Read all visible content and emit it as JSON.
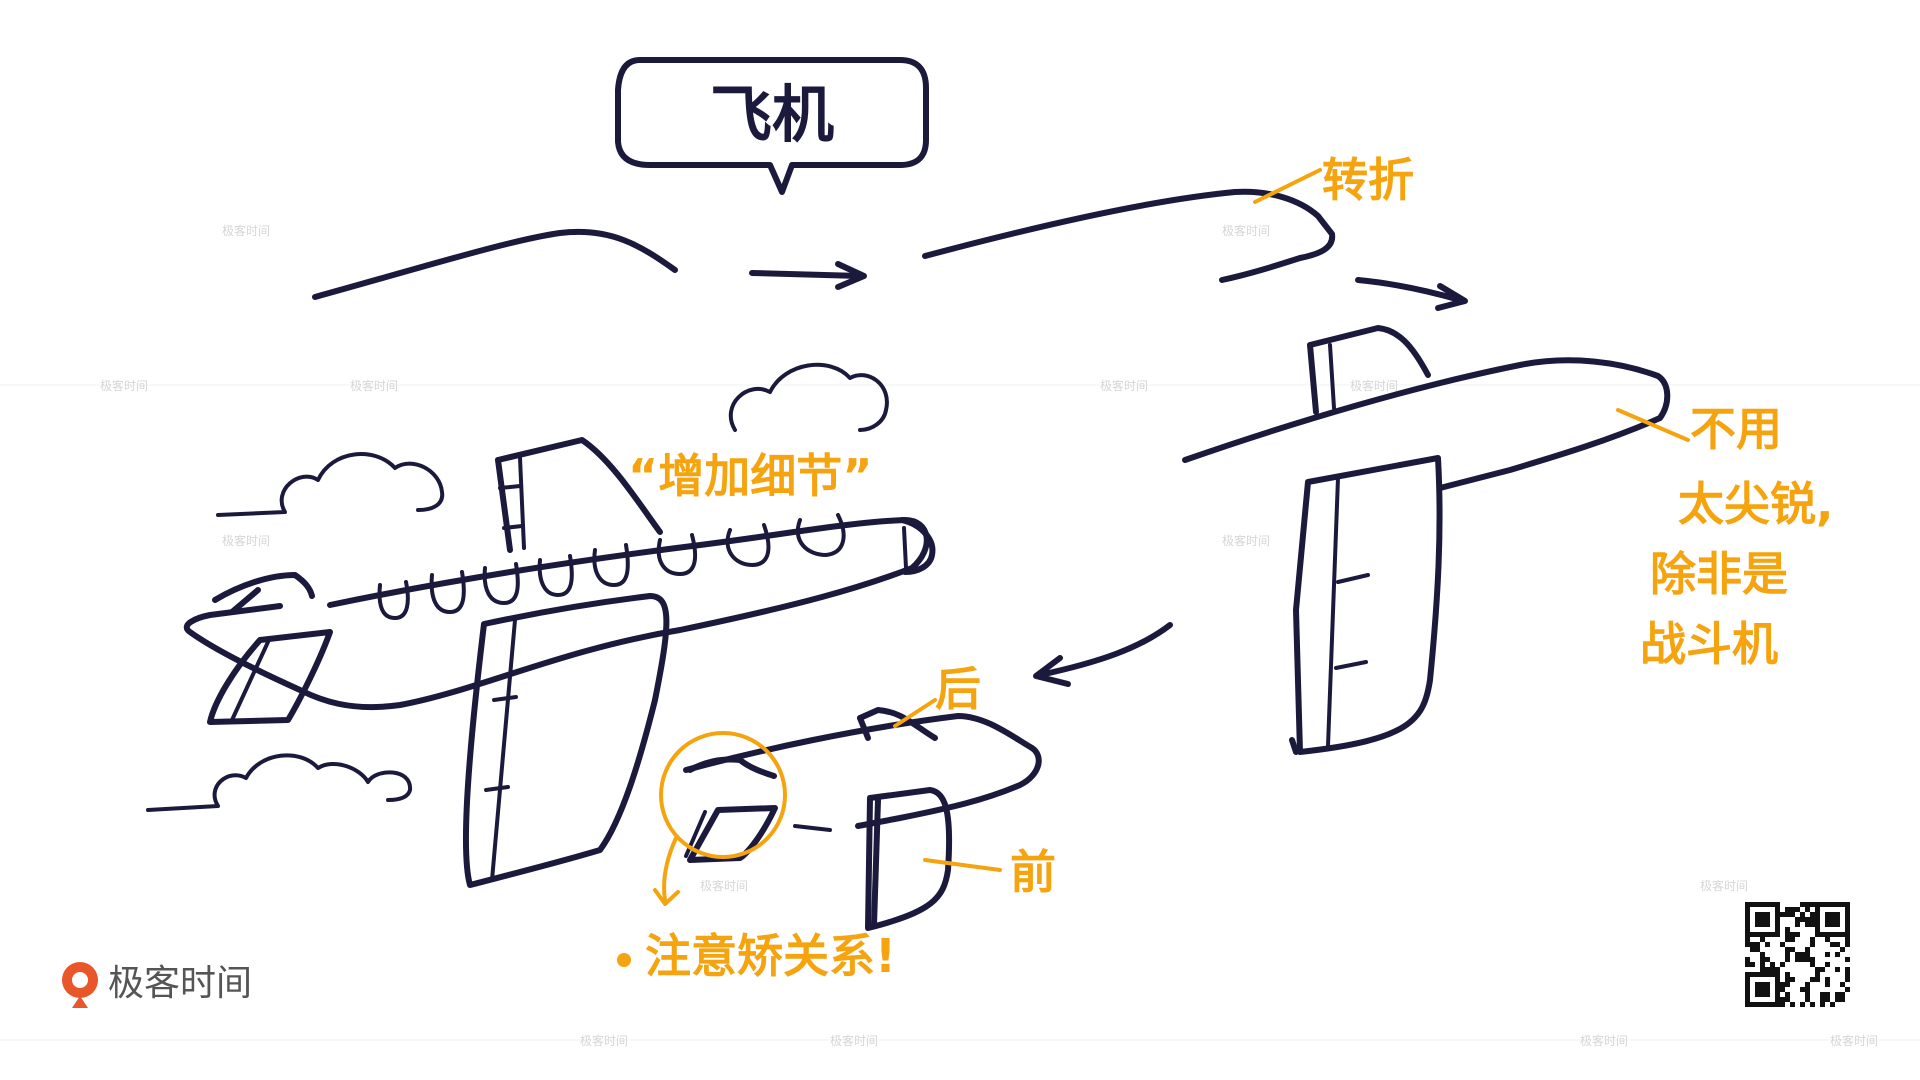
{
  "title": "飞机",
  "annotations": {
    "turn": "转折",
    "add_detail": "“增加细节”",
    "rear": "后",
    "front": "前",
    "note": "注意矫关系!",
    "side_note_lines": [
      "不用",
      "太尖锐,",
      "除非是",
      "战斗机"
    ]
  },
  "brand": {
    "logo_text": "极客时间",
    "watermark": "极客时间"
  },
  "colors": {
    "ink": "#1b1a3d",
    "accent": "#f5a40f",
    "logo": "#e8562a"
  }
}
